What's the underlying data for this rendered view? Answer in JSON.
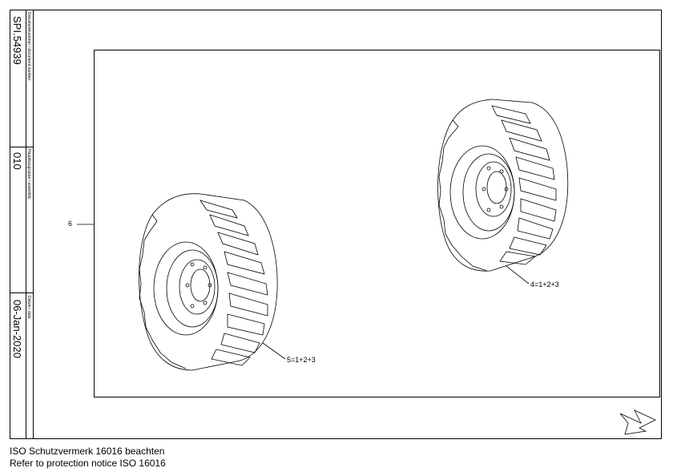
{
  "title_block": {
    "document_number_label": "Dokumentnummer / document number",
    "document_number": "SPI.54939",
    "assembly_label": "Hauptbaugruppe / assembly",
    "assembly": "010",
    "date_label": "Datum / date",
    "date": "06-Jan-2020"
  },
  "callouts": {
    "item_6": "6",
    "item_5": "5=1+2+3",
    "item_4": "4=1+2+3"
  },
  "footer": {
    "line1": "ISO Schutzvermerk 16016 beachten",
    "line2": "Refer to protection notice ISO 16016"
  },
  "icons": {
    "direction": "arrow-icon",
    "wheel": "tire-wheel-icon"
  }
}
